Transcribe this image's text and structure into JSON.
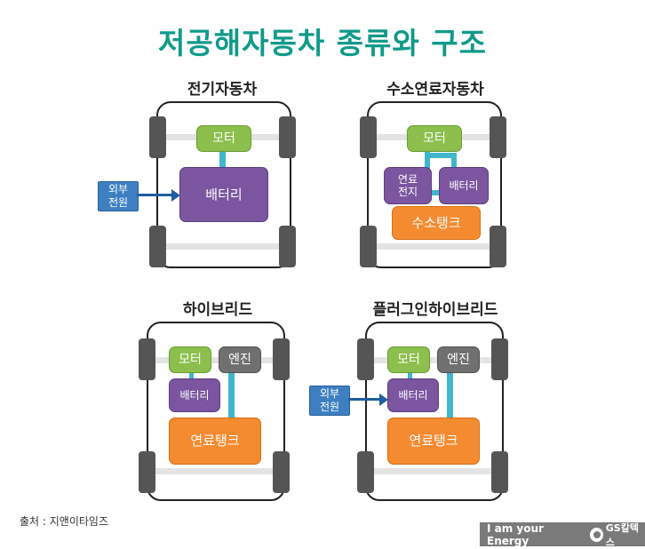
{
  "title": "저공해자동차 종류와 구조",
  "diagrams": [
    {
      "name": "전기자동차",
      "labels": {
        "motor": "모터",
        "battery": "배터리",
        "external_power": "외부\n전원"
      }
    },
    {
      "name": "수소연료자동차",
      "labels": {
        "motor": "모터",
        "fuel_cell": "연료\n전지",
        "battery": "배터리",
        "hydrogen_tank": "수소탱크"
      }
    },
    {
      "name": "하이브리드",
      "labels": {
        "motor": "모터",
        "engine": "엔진",
        "battery": "배터리",
        "fuel_tank": "연료탱크"
      }
    },
    {
      "name": "플러그인하이브리드",
      "labels": {
        "motor": "모터",
        "engine": "엔진",
        "battery": "배터리",
        "fuel_tank": "연료탱크",
        "external_power": "외부\n전원"
      }
    }
  ],
  "source": "출처 : 지앤이타임즈",
  "footer": {
    "slogan": "I am your Energy",
    "logo_text": "GS칼텍스"
  },
  "colors": {
    "title": "#0f9a8a",
    "motor": "#8cbf4d",
    "battery": "#7b55a0",
    "tank": "#f58b30",
    "engine": "#707070",
    "external_power": "#3e7fc1",
    "connector": "#3fb6cc"
  }
}
